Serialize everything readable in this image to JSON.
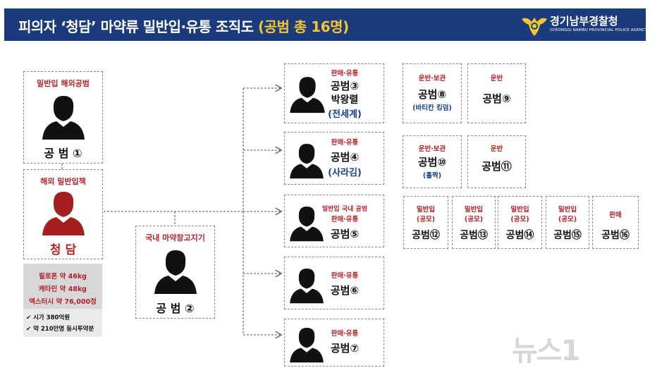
{
  "header": {
    "title_main": "피의자 ‘청담’ 마약류 밀반입·유통 조직도 ",
    "title_highlight": "(공범 총 16명)",
    "logo_name": "경기남부경찰청",
    "logo_sub": "GYEONGGI NAMBU PROVINCIAL POLICE AGENCY"
  },
  "nodes": {
    "p1": {
      "role": "밀반입 해외공범",
      "name": "공 범 ①"
    },
    "boss": {
      "role": "해외 밀반입책",
      "name": "청 담"
    },
    "p2": {
      "role": "국내 마약창고지기",
      "name": "공 범 ②"
    },
    "p3": {
      "role": "판매·유통",
      "name": "공범③",
      "realname": "박왕렬",
      "alias": "(전세계)"
    },
    "p4": {
      "role": "판매·유통",
      "name": "공범④",
      "alias": "(사라김)"
    },
    "p5": {
      "role1": "밀반입 국내 공범",
      "role2": "판매·유통",
      "name": "공범⑤"
    },
    "p6": {
      "role": "판매·유통",
      "name": "공범⑥"
    },
    "p7": {
      "role": "판매·유통",
      "name": "공범⑦"
    },
    "p8": {
      "role": "운반·보관",
      "name": "공범⑧",
      "alias": "(바티칸 킹덤)"
    },
    "p9": {
      "role": "운반",
      "name": "공범⑨"
    },
    "p10": {
      "role": "운반·보관",
      "name": "공범⑩",
      "alias": "(홀짝)"
    },
    "p11": {
      "role": "운반",
      "name": "공범⑪"
    },
    "p12": {
      "role1": "밀반입",
      "role2": "(공모)",
      "name": "공범⑫"
    },
    "p13": {
      "role1": "밀반입",
      "role2": "(공모)",
      "name": "공범⑬"
    },
    "p14": {
      "role1": "밀반입",
      "role2": "(공모)",
      "name": "공범⑭"
    },
    "p15": {
      "role1": "밀반입",
      "role2": "(공모)",
      "name": "공범⑮"
    },
    "p16": {
      "role": "판매",
      "name": "공범⑯"
    }
  },
  "stats": {
    "lines": [
      "필로폰 약 46kg",
      "케타민 약 48kg",
      "엑스터시 약 76,000정"
    ],
    "checks": [
      "✔ 시가 380억원",
      "✔ 약 210만명 동시투약분"
    ]
  },
  "watermark": "뉴스1",
  "colors": {
    "header_bg": "#1c3b7c",
    "highlight": "#f5c431",
    "role_red": "#b3242a",
    "alias_blue": "#1b3f8b",
    "boss_silhouette": "#a51f1f"
  }
}
